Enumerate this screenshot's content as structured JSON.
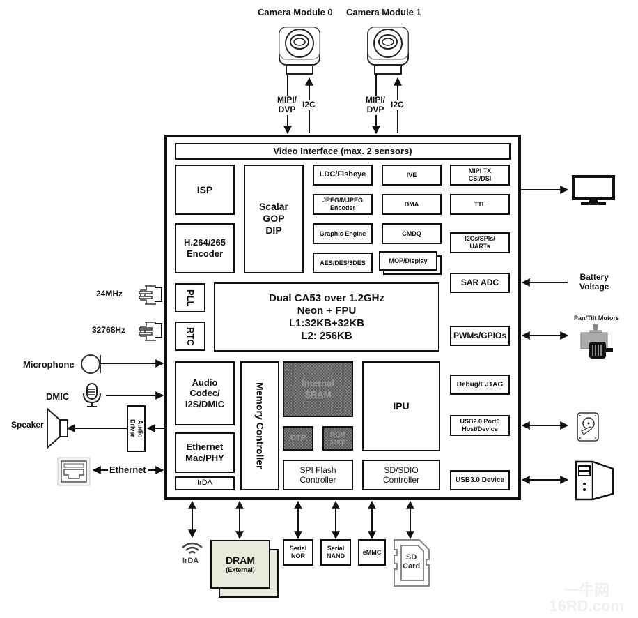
{
  "cameras": [
    {
      "label": "Camera Module 0",
      "signals": [
        "MIPI/\nDVP",
        "I2C"
      ]
    },
    {
      "label": "Camera Module 1",
      "signals": [
        "MIPI/\nDVP",
        "I2C"
      ]
    }
  ],
  "soc": {
    "video_interface": "Video Interface (max. 2 sensors)",
    "blocks": {
      "isp": "ISP",
      "encoder": "H.264/265\nEncoder",
      "scalar": "Scalar\nGOP\nDIP",
      "ldc": "LDC/Fisheye",
      "jpeg": "JPEG/MJPEG\nEncoder",
      "graphic": "Graphic Engine",
      "aes": "AES/DES/3DES",
      "ive": "IVE",
      "dma": "DMA",
      "cmdq": "CMDQ",
      "mop": "MOP/Display",
      "mipi_tx": "MIPI TX\nCSI/DSI",
      "ttl": "TTL",
      "i2cs": "I2Cs/SPIs/\nUARTs",
      "sar_adc": "SAR ADC",
      "pll": "PLL",
      "rtc": "RTC",
      "cpu": "Dual CA53 over 1.2GHz\nNeon + FPU\nL1:32KB+32KB\nL2: 256KB",
      "pwm": "PWMs/GPIOs",
      "audio_codec": "Audio\nCodec/\nI2S/DMIC",
      "memory_controller": "Memory Controller",
      "sram": "Internal\nSRAM",
      "otp": "OTP",
      "rom": "ROM\n32KB",
      "ipu": "IPU",
      "debug": "Debug/EJTAG",
      "usb2": "USB2.0 Port0\nHost/Device",
      "ethernet_mac": "Ethernet\nMac/PHY",
      "irda_block": "IrDA",
      "spi_flash": "SPI Flash\nController",
      "sdio": "SD/SDIO\nController",
      "usb3": "USB3.0 Device"
    }
  },
  "left_peripherals": {
    "clock_24m": "24MHz",
    "clock_32k": "32768Hz",
    "microphone": "Microphone",
    "dmic": "DMIC",
    "speaker": "Speaker",
    "audio_driver": "Audio\nDriver",
    "ethernet": "Ethernet"
  },
  "right_peripherals": {
    "battery": "Battery\nVoltage",
    "motors": "Pan/Tilt Motors"
  },
  "bottom_peripherals": {
    "irda": "IrDA",
    "dram": "DRAM",
    "dram_sub": "(External)",
    "serial_nor": "Serial\nNOR",
    "serial_nand": "Serial\nNAND",
    "emmc": "eMMC",
    "sd_card": "SD\nCard"
  },
  "watermark": "一牛网\n16RD.com"
}
